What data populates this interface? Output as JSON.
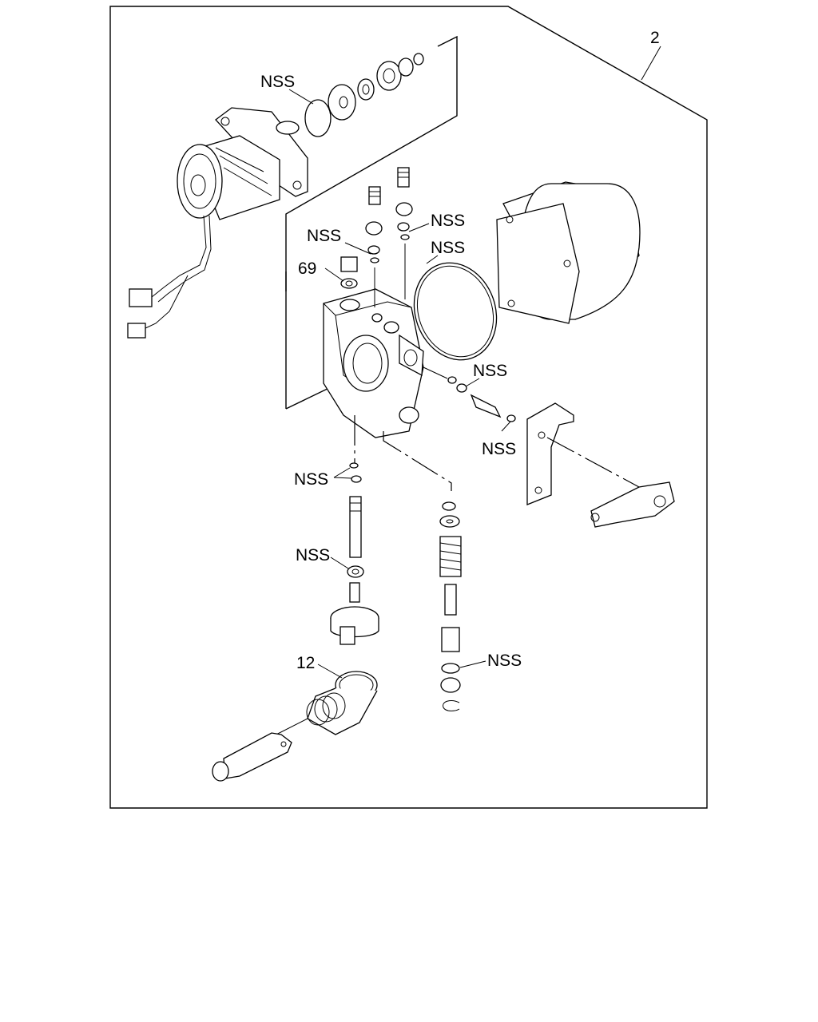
{
  "callouts": [
    {
      "id": "c1",
      "text": "2"
    },
    {
      "id": "c2",
      "text": "NSS"
    },
    {
      "id": "c3",
      "text": "NSS"
    },
    {
      "id": "c4",
      "text": "NSS"
    },
    {
      "id": "c5",
      "text": "NSS"
    },
    {
      "id": "c6",
      "text": "69"
    },
    {
      "id": "c7",
      "text": "NSS"
    },
    {
      "id": "c8",
      "text": "NSS"
    },
    {
      "id": "c9",
      "text": "NSS"
    },
    {
      "id": "c10",
      "text": "NSS"
    },
    {
      "id": "c11",
      "text": "NSS"
    },
    {
      "id": "c12",
      "text": "12"
    }
  ]
}
